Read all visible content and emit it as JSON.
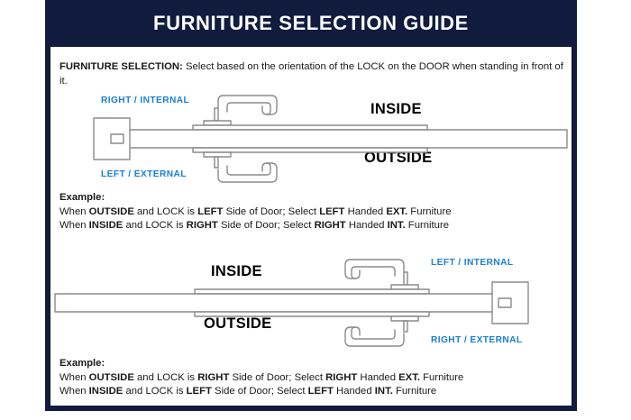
{
  "header": {
    "title": "FURNITURE SELECTION GUIDE",
    "bg_color": "#101b3d",
    "text_color": "#ffffff"
  },
  "colors": {
    "frame": "#101b3d",
    "panel": "#ffffff",
    "blue_label": "#1a7fd4",
    "body_text": "#1a1a1a",
    "line": "#8a8a8a"
  },
  "intro": {
    "lead": "FURNITURE SELECTION:",
    "rest": " Select based on the orientation of the LOCK on the DOOR when standing in front of it."
  },
  "diagram_1": {
    "name": "lock-left-door-diagram",
    "top_blue_label": "RIGHT / INTERNAL",
    "bottom_blue_label": "LEFT / EXTERNAL",
    "inside_label": "INSIDE",
    "outside_label": "OUTSIDE",
    "lock_position": "left",
    "handles_direction": "right"
  },
  "example_1": {
    "title": "Example:",
    "line1": {
      "p1": "When ",
      "b1": "OUTSIDE",
      "p2": " and LOCK is ",
      "b2": "LEFT",
      "p3": " Side of Door;   Select ",
      "b3": "LEFT",
      "p4": " Handed ",
      "b4": "EXT.",
      "p5": " Furniture"
    },
    "line2": {
      "p1": "When ",
      "b1": "INSIDE",
      "p2": " and LOCK is ",
      "b2": "RIGHT",
      "p3": " Side of Door;  Select ",
      "b3": "RIGHT",
      "p4": " Handed ",
      "b4": "INT.",
      "p5": " Furniture"
    }
  },
  "diagram_2": {
    "name": "lock-right-door-diagram",
    "top_blue_label": "LEFT / INTERNAL",
    "bottom_blue_label": "RIGHT / EXTERNAL",
    "inside_label": "INSIDE",
    "outside_label": "OUTSIDE",
    "lock_position": "right",
    "handles_direction": "left"
  },
  "example_2": {
    "title": "Example:",
    "line1": {
      "p1": "When ",
      "b1": "OUTSIDE",
      "p2": " and LOCK is ",
      "b2": "RIGHT",
      "p3": " Side of Door;   Select ",
      "b3": "RIGHT",
      "p4": " Handed ",
      "b4": "EXT.",
      "p5": " Furniture"
    },
    "line2": {
      "p1": "When ",
      "b1": "INSIDE",
      "p2": " and LOCK is ",
      "b2": "LEFT",
      "p3": " Side of Door;  Select ",
      "b3": "LEFT",
      "p4": " Handed ",
      "b4": "INT.",
      "p5": " Furniture"
    }
  }
}
